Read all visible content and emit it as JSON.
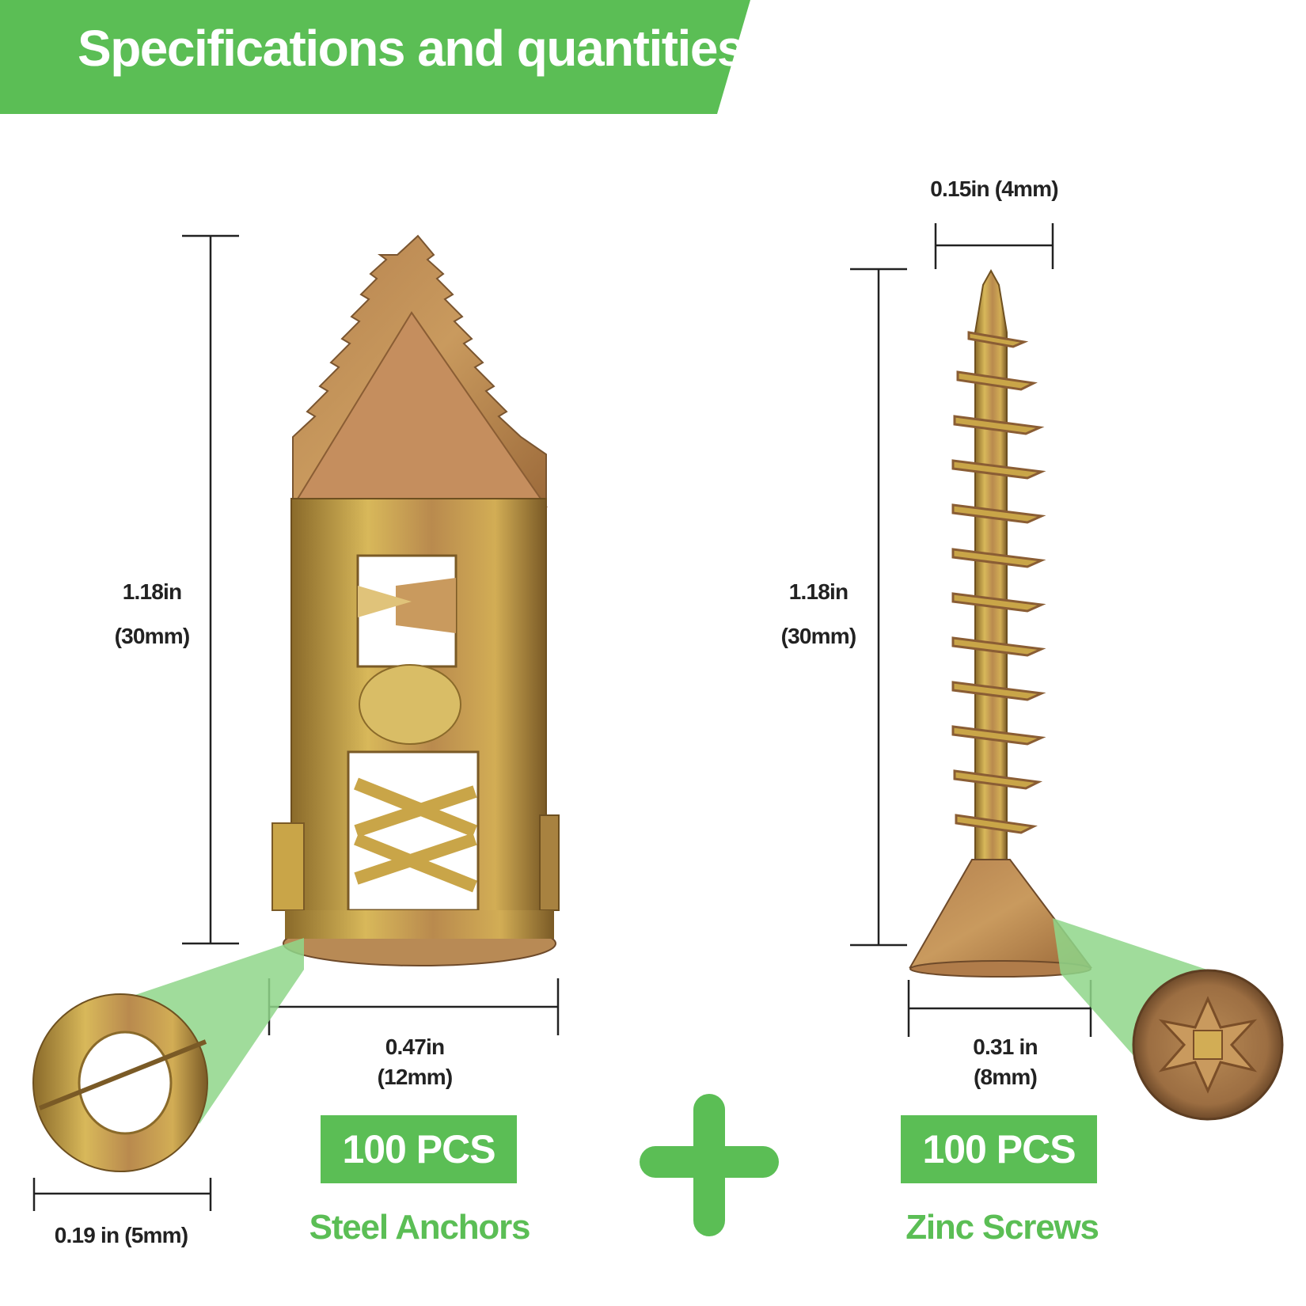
{
  "colors": {
    "brand_green": "#5bbe55",
    "callout_green": "#8fd68a",
    "metal_gold": "#c9a548",
    "metal_copper": "#b9814a",
    "dimension_line": "#222222"
  },
  "header": {
    "title": "Specifications and quantities"
  },
  "anchor": {
    "height_in": "1.18in",
    "height_mm": "(30mm)",
    "width_in": "0.47in",
    "width_mm": "(12mm)",
    "washer_dim": "0.19 in (5mm)",
    "quantity": "100 PCS",
    "name": "Steel Anchors"
  },
  "screw": {
    "head_dim": "0.15in (4mm)",
    "height_in": "1.18in",
    "height_mm": "(30mm)",
    "width_in": "0.31 in",
    "width_mm": "(8mm)",
    "quantity": "100 PCS",
    "name": "Zinc Screws"
  },
  "combine_icon": "plus-icon"
}
